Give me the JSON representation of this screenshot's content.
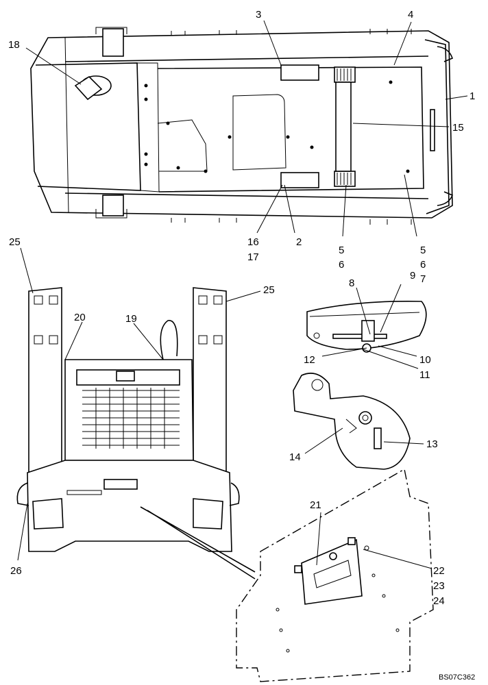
{
  "diagram": {
    "drawing_code": "BS07C362",
    "callouts": [
      {
        "id": "c1",
        "text": "1"
      },
      {
        "id": "c2",
        "text": "2"
      },
      {
        "id": "c3",
        "text": "3"
      },
      {
        "id": "c4",
        "text": "4"
      },
      {
        "id": "c5a",
        "text": "5"
      },
      {
        "id": "c6a",
        "text": "6"
      },
      {
        "id": "c5b",
        "text": "5"
      },
      {
        "id": "c6b",
        "text": "6"
      },
      {
        "id": "c7",
        "text": "7"
      },
      {
        "id": "c8",
        "text": "8"
      },
      {
        "id": "c9",
        "text": "9"
      },
      {
        "id": "c10",
        "text": "10"
      },
      {
        "id": "c11",
        "text": "11"
      },
      {
        "id": "c12",
        "text": "12"
      },
      {
        "id": "c13",
        "text": "13"
      },
      {
        "id": "c14",
        "text": "14"
      },
      {
        "id": "c15",
        "text": "15"
      },
      {
        "id": "c16",
        "text": "16"
      },
      {
        "id": "c17",
        "text": "17"
      },
      {
        "id": "c18",
        "text": "18"
      },
      {
        "id": "c19",
        "text": "19"
      },
      {
        "id": "c20",
        "text": "20"
      },
      {
        "id": "c21",
        "text": "21"
      },
      {
        "id": "c22",
        "text": "22"
      },
      {
        "id": "c23",
        "text": "23"
      },
      {
        "id": "c24",
        "text": "24"
      },
      {
        "id": "c25a",
        "text": "25"
      },
      {
        "id": "c25b",
        "text": "25"
      },
      {
        "id": "c26",
        "text": "26"
      }
    ]
  }
}
